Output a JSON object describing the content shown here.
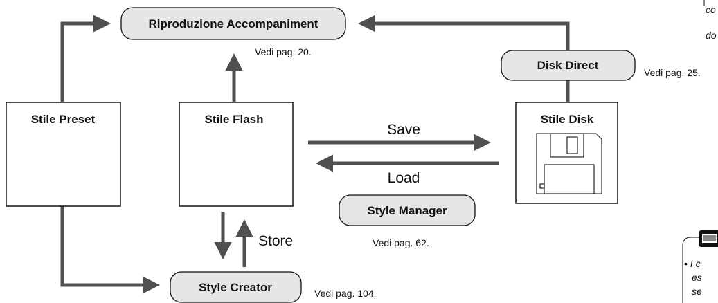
{
  "nodes": {
    "riproduzione": "Riproduzione Accompaniment",
    "disk_direct": "Disk Direct",
    "stile_preset": "Stile Preset",
    "stile_flash": "Stile Flash",
    "stile_disk": "Stile Disk",
    "style_manager": "Style Manager",
    "style_creator": "Style Creator"
  },
  "refs": {
    "riproduzione": "Vedi pag. 20.",
    "disk_direct": "Vedi pag. 25.",
    "style_manager": "Vedi pag. 62.",
    "style_creator": "Vedi pag. 104."
  },
  "edges": {
    "save": "Save",
    "load": "Load",
    "store": "Store"
  },
  "sidebar": {
    "fragment_1": "co",
    "fragment_2": "do",
    "note_1": "• I c",
    "note_2": "es",
    "note_3": "se"
  },
  "colors": {
    "box_fill": "#e6e6e6",
    "arrow": "#505050",
    "stroke": "#111111"
  }
}
